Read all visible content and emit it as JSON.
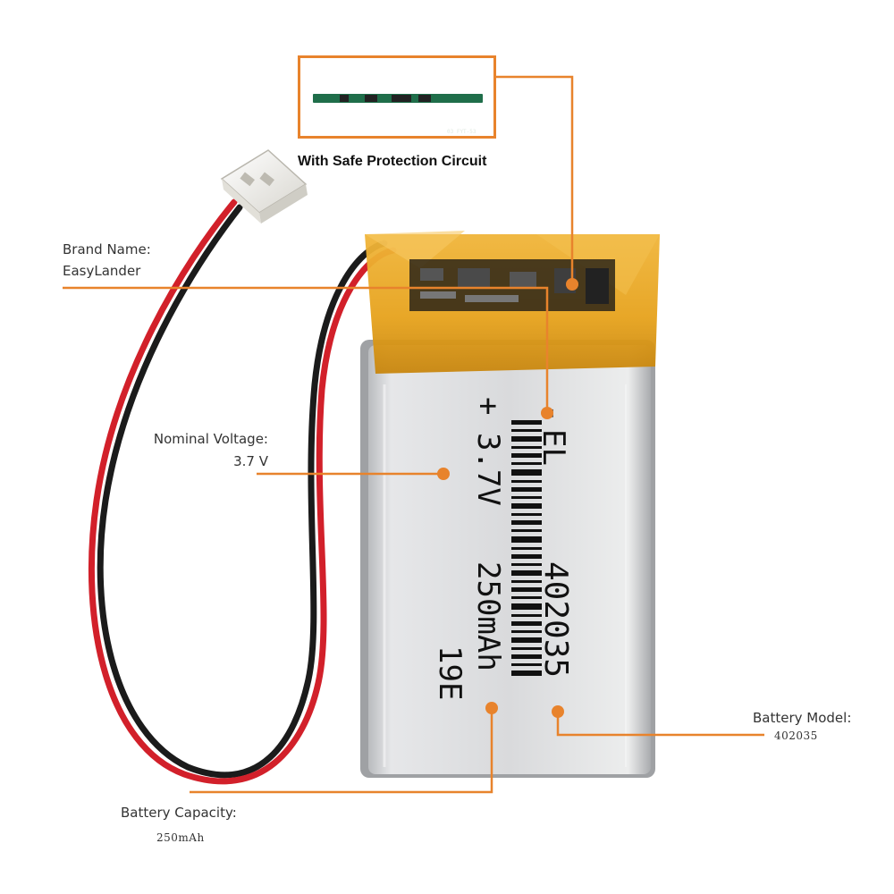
{
  "callouts": {
    "protection": {
      "title": "With Safe Protection Circuit",
      "pcb_marking": "03 FYT-53"
    },
    "brand": {
      "label": "Brand Name:",
      "value": "EasyLander"
    },
    "voltage": {
      "label": "Nominal Voltage:",
      "value": "3.7 V"
    },
    "capacity": {
      "label": "Battery  Capacity:",
      "value": "250mAh"
    },
    "model": {
      "label": "Battery Model:",
      "value": "402035"
    }
  },
  "battery": {
    "minus_mark": "-",
    "brand_mark": "EL",
    "plus_mark": "+",
    "voltage_mark": "3.7V",
    "model_mark": "402035",
    "capacity_mark": "250mAh",
    "batch_mark": "19E"
  },
  "colors": {
    "accent": "#e8832c",
    "kapton_tape": "#e8a21a",
    "cell_body": "#d9dadc",
    "wire_red": "#d2202a",
    "wire_black": "#1b1b1b",
    "pcb_green": "#1f6e4a"
  }
}
